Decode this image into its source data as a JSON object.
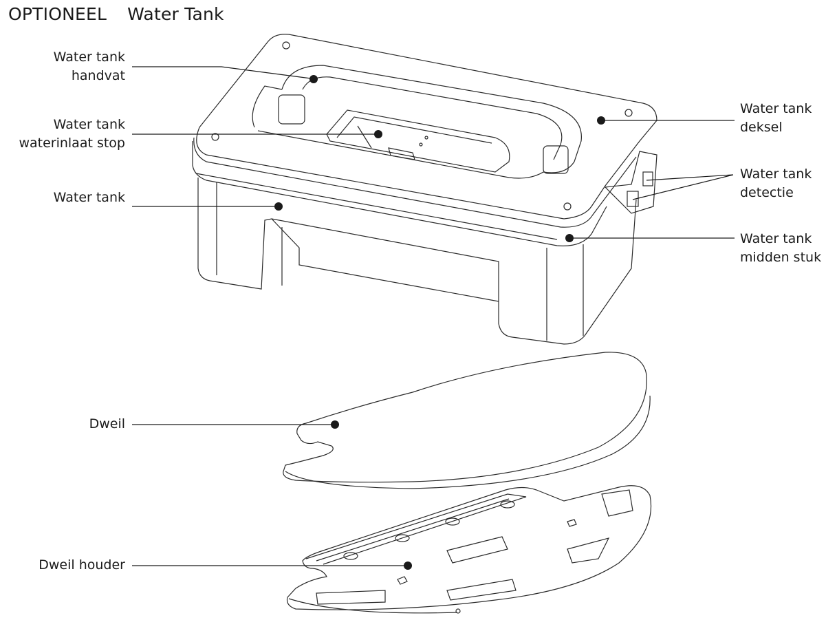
{
  "title": {
    "optional": "OPTIONEEL",
    "name": "Water Tank"
  },
  "labels": {
    "handle": [
      "Water tank",
      "handvat"
    ],
    "inlet_stop": [
      "Water tank",
      "waterinlaat stop"
    ],
    "tank": [
      "Water tank"
    ],
    "lid": [
      "Water tank",
      "deksel"
    ],
    "detection": [
      "Water tank",
      "detectie"
    ],
    "middle": [
      "Water tank",
      "midden stuk"
    ],
    "mop": [
      "Dweil"
    ],
    "mop_holder": [
      "Dweil houder"
    ]
  }
}
